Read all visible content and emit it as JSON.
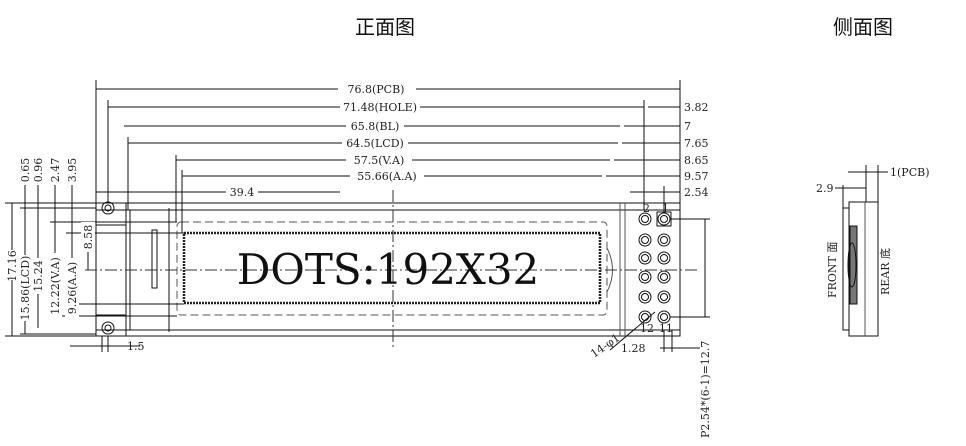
{
  "titles": {
    "front": "正面图",
    "side": "侧面图"
  },
  "display_text": "DOTS:192X32",
  "dims_top": {
    "pcb": "76.8(PCB)",
    "hole": "71.48(HOLE)",
    "bl": "65.8(BL)",
    "lcd": "64.5(LCD)",
    "va": "57.5(V.A)",
    "aa": "55.66(A.A)",
    "center": "39.4"
  },
  "dims_right": [
    "3.82",
    "7",
    "7.65",
    "8.65",
    "9.57",
    "2.54"
  ],
  "dims_left": {
    "pcb_h": "17.16",
    "lcd_h": "15.86(LCD)",
    "hole_h": "15.24",
    "va_h": "12.22(V.A)",
    "aa_h": "9.26(A.A)",
    "center_h": "8.58",
    "top_offsets": [
      "0.65",
      "0.96",
      "2.47",
      "3.95"
    ]
  },
  "dims_bottom": {
    "hole_offset": "1.5",
    "pin_offset": "1.28",
    "pin_pitch": "P2.54*(6-1)=12.7",
    "pin_spec": "14-φ1"
  },
  "pins": {
    "top_left": "2",
    "top_right": "1",
    "bottom_left": "12",
    "bottom_right": "11"
  },
  "side": {
    "pcb": "1(PCB)",
    "thickness": "2.9",
    "front": "FRONT 面",
    "rear": "REAR 底"
  }
}
